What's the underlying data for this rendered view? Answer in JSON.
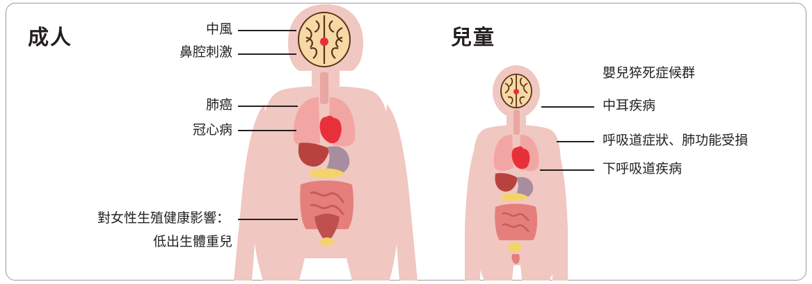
{
  "adult": {
    "title": "成人",
    "labels": {
      "stroke": "中風",
      "nasal": "鼻腔刺激",
      "lung_cancer": "肺癌",
      "heart": "冠心病",
      "repro_line1": "對女性生殖健康影響：",
      "repro_line2": "低出生體重兒"
    }
  },
  "child": {
    "title": "兒童",
    "labels": {
      "sids": "嬰兒猝死症候群",
      "middle_ear": "中耳疾病",
      "respiratory": "呼吸道症狀、肺功能受損",
      "lower_resp": "下呼吸道疾病"
    }
  },
  "colors": {
    "border": "#9a9a9a",
    "skin": "#f0c7c1",
    "lung": "#f2a6a3",
    "heart": "#e8303a",
    "liver": "#b8433e",
    "stomach": "#a88da0",
    "pancreas": "#f4d36b",
    "intestine": "#e57f7b",
    "brain_bg": "#f6d9a6",
    "brain_lines": "#5a3214"
  },
  "icons": [
    "brain-icon",
    "lungs-icon",
    "heart-icon",
    "liver-icon",
    "intestine-icon",
    "uterus-icon"
  ]
}
